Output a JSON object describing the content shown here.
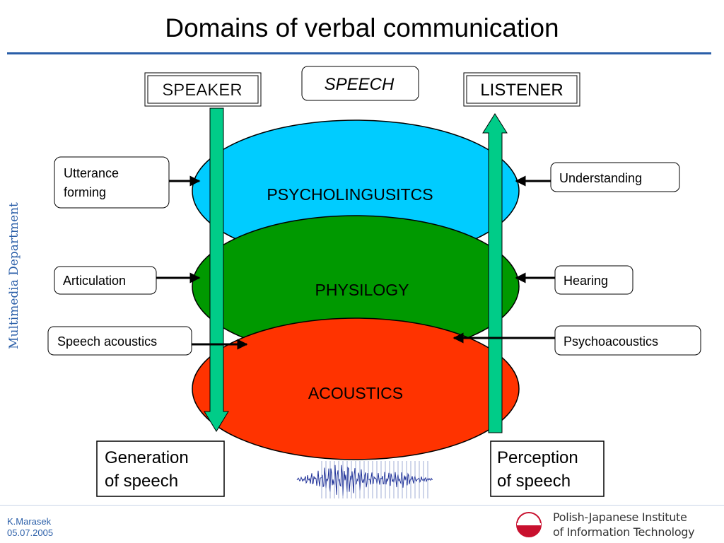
{
  "title": "Domains of verbal communication",
  "side_label": "Multimedia Department",
  "headers": {
    "speaker": "SPEAKER",
    "speech": "SPEECH",
    "listener": "LISTENER"
  },
  "layers": {
    "psycholinguistics": "PSYCHOLINGUSITCS",
    "physiology": "PHYSILOGY",
    "acoustics": "ACOUSTICS"
  },
  "speaker_side": {
    "utterance_line1": "Utterance",
    "utterance_line2": "forming",
    "articulation": "Articulation",
    "speech_acoustics": "Speech acoustics"
  },
  "listener_side": {
    "understanding": "Understanding",
    "hearing": "Hearing",
    "psychoacoustics": "Psychoacoustics"
  },
  "bottom": {
    "generation_line1": "Generation",
    "generation_line2": "of speech",
    "perception_line1": "Perception",
    "perception_line2": "of speech"
  },
  "footer": {
    "author": "K.Marasek",
    "date": "05.07.2005",
    "institute_line1": "Polish-Japanese Institute",
    "institute_line2": "of Information Technology"
  },
  "colors": {
    "psycholinguistics": "#00ccff",
    "physiology": "#009900",
    "acoustics": "#ff3300",
    "arrow": "#00cc88",
    "accent": "#2a5ea8"
  }
}
